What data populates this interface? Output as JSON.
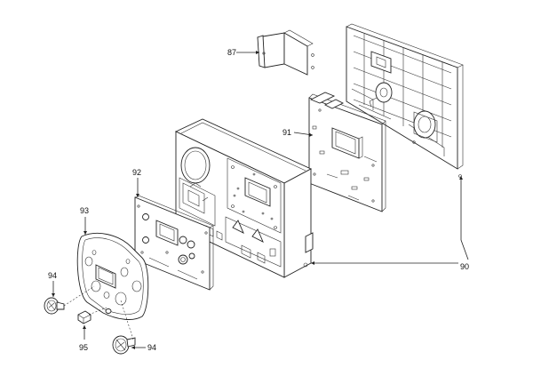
{
  "callouts": {
    "c87": "87",
    "c91": "91",
    "c92": "92",
    "c93": "93",
    "c94a": "94",
    "c94b": "94",
    "c95": "95",
    "c90": "90"
  }
}
